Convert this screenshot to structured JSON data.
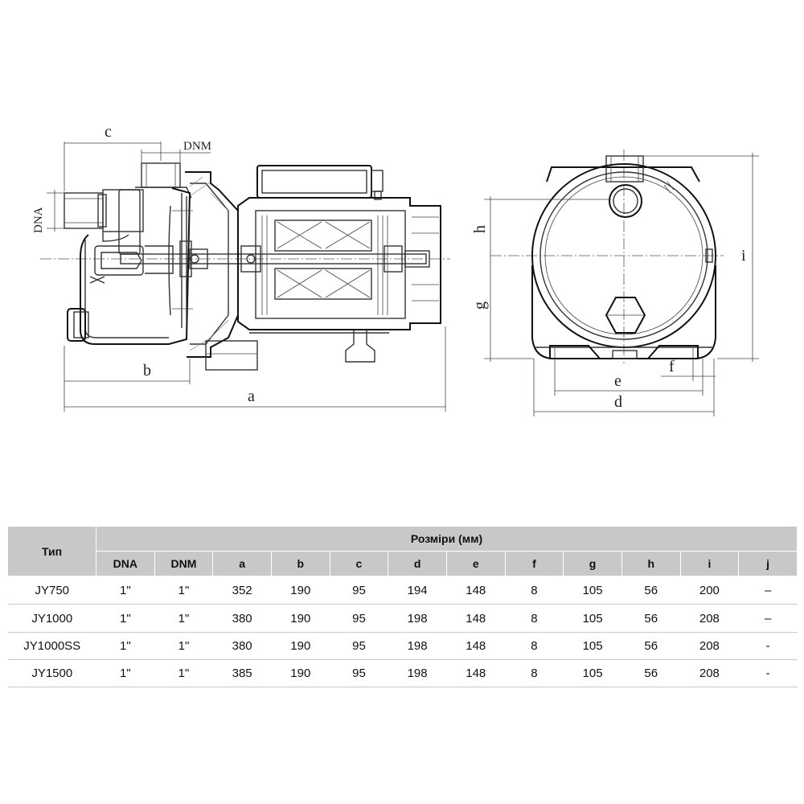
{
  "drawing": {
    "side_view_labels": {
      "c": "c",
      "dnm": "DNM",
      "dna": "DNA",
      "b": "b",
      "a": "a"
    },
    "front_view_labels": {
      "h": "h",
      "g": "g",
      "i": "i",
      "e": "e",
      "f": "f",
      "d": "d"
    }
  },
  "table": {
    "type_header": "Тип",
    "group_header": "Розміри (мм)",
    "columns": [
      "DNA",
      "DNM",
      "a",
      "b",
      "c",
      "d",
      "e",
      "f",
      "g",
      "h",
      "i",
      "j"
    ],
    "rows": [
      {
        "type": "JY750",
        "cells": [
          "1\"",
          "1\"",
          "352",
          "190",
          "95",
          "194",
          "148",
          "8",
          "105",
          "56",
          "200",
          "–"
        ]
      },
      {
        "type": "JY1000",
        "cells": [
          "1\"",
          "1\"",
          "380",
          "190",
          "95",
          "198",
          "148",
          "8",
          "105",
          "56",
          "208",
          "–"
        ]
      },
      {
        "type": "JY1000SS",
        "cells": [
          "1\"",
          "1\"",
          "380",
          "190",
          "95",
          "198",
          "148",
          "8",
          "105",
          "56",
          "208",
          "-"
        ]
      },
      {
        "type": "JY1500",
        "cells": [
          "1\"",
          "1\"",
          "385",
          "190",
          "95",
          "198",
          "148",
          "8",
          "105",
          "56",
          "208",
          "-"
        ]
      }
    ]
  }
}
